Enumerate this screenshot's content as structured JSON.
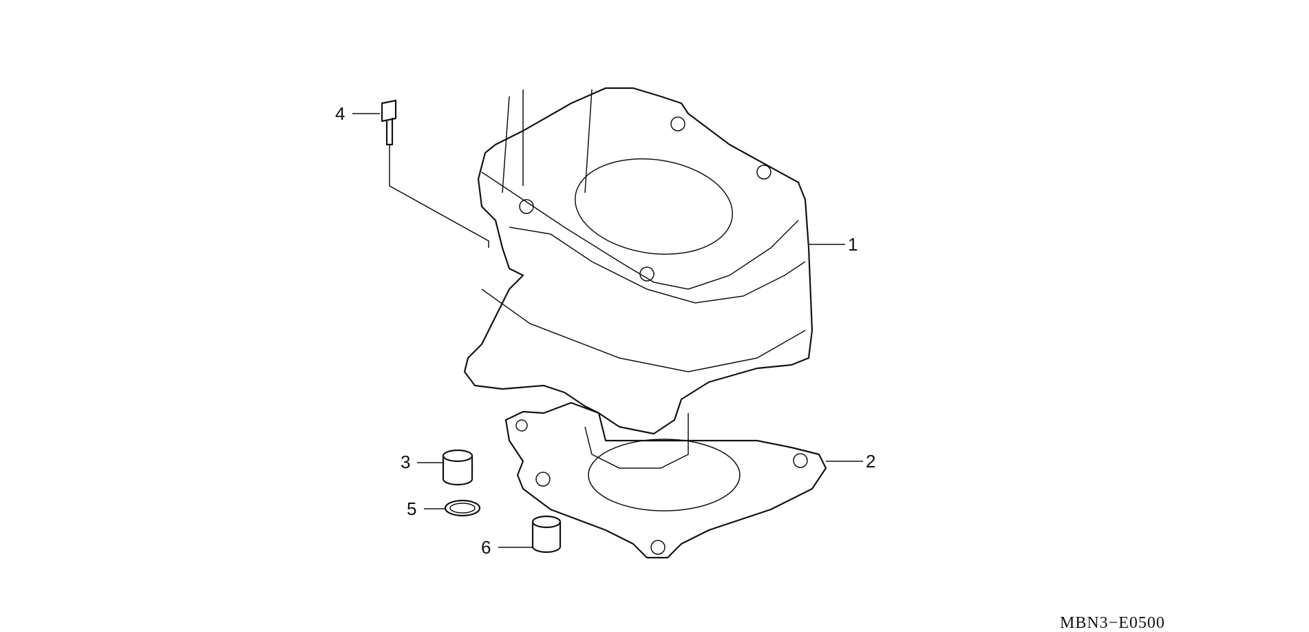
{
  "diagram_code": "MBN3−E0500",
  "callouts": [
    {
      "ref": "1",
      "part": "cylinder"
    },
    {
      "ref": "2",
      "part": "cylinder-base-gasket"
    },
    {
      "ref": "3",
      "part": "dowel-pin"
    },
    {
      "ref": "4",
      "part": "flange-bolt"
    },
    {
      "ref": "5",
      "part": "o-ring"
    },
    {
      "ref": "6",
      "part": "dowel-pin"
    }
  ]
}
